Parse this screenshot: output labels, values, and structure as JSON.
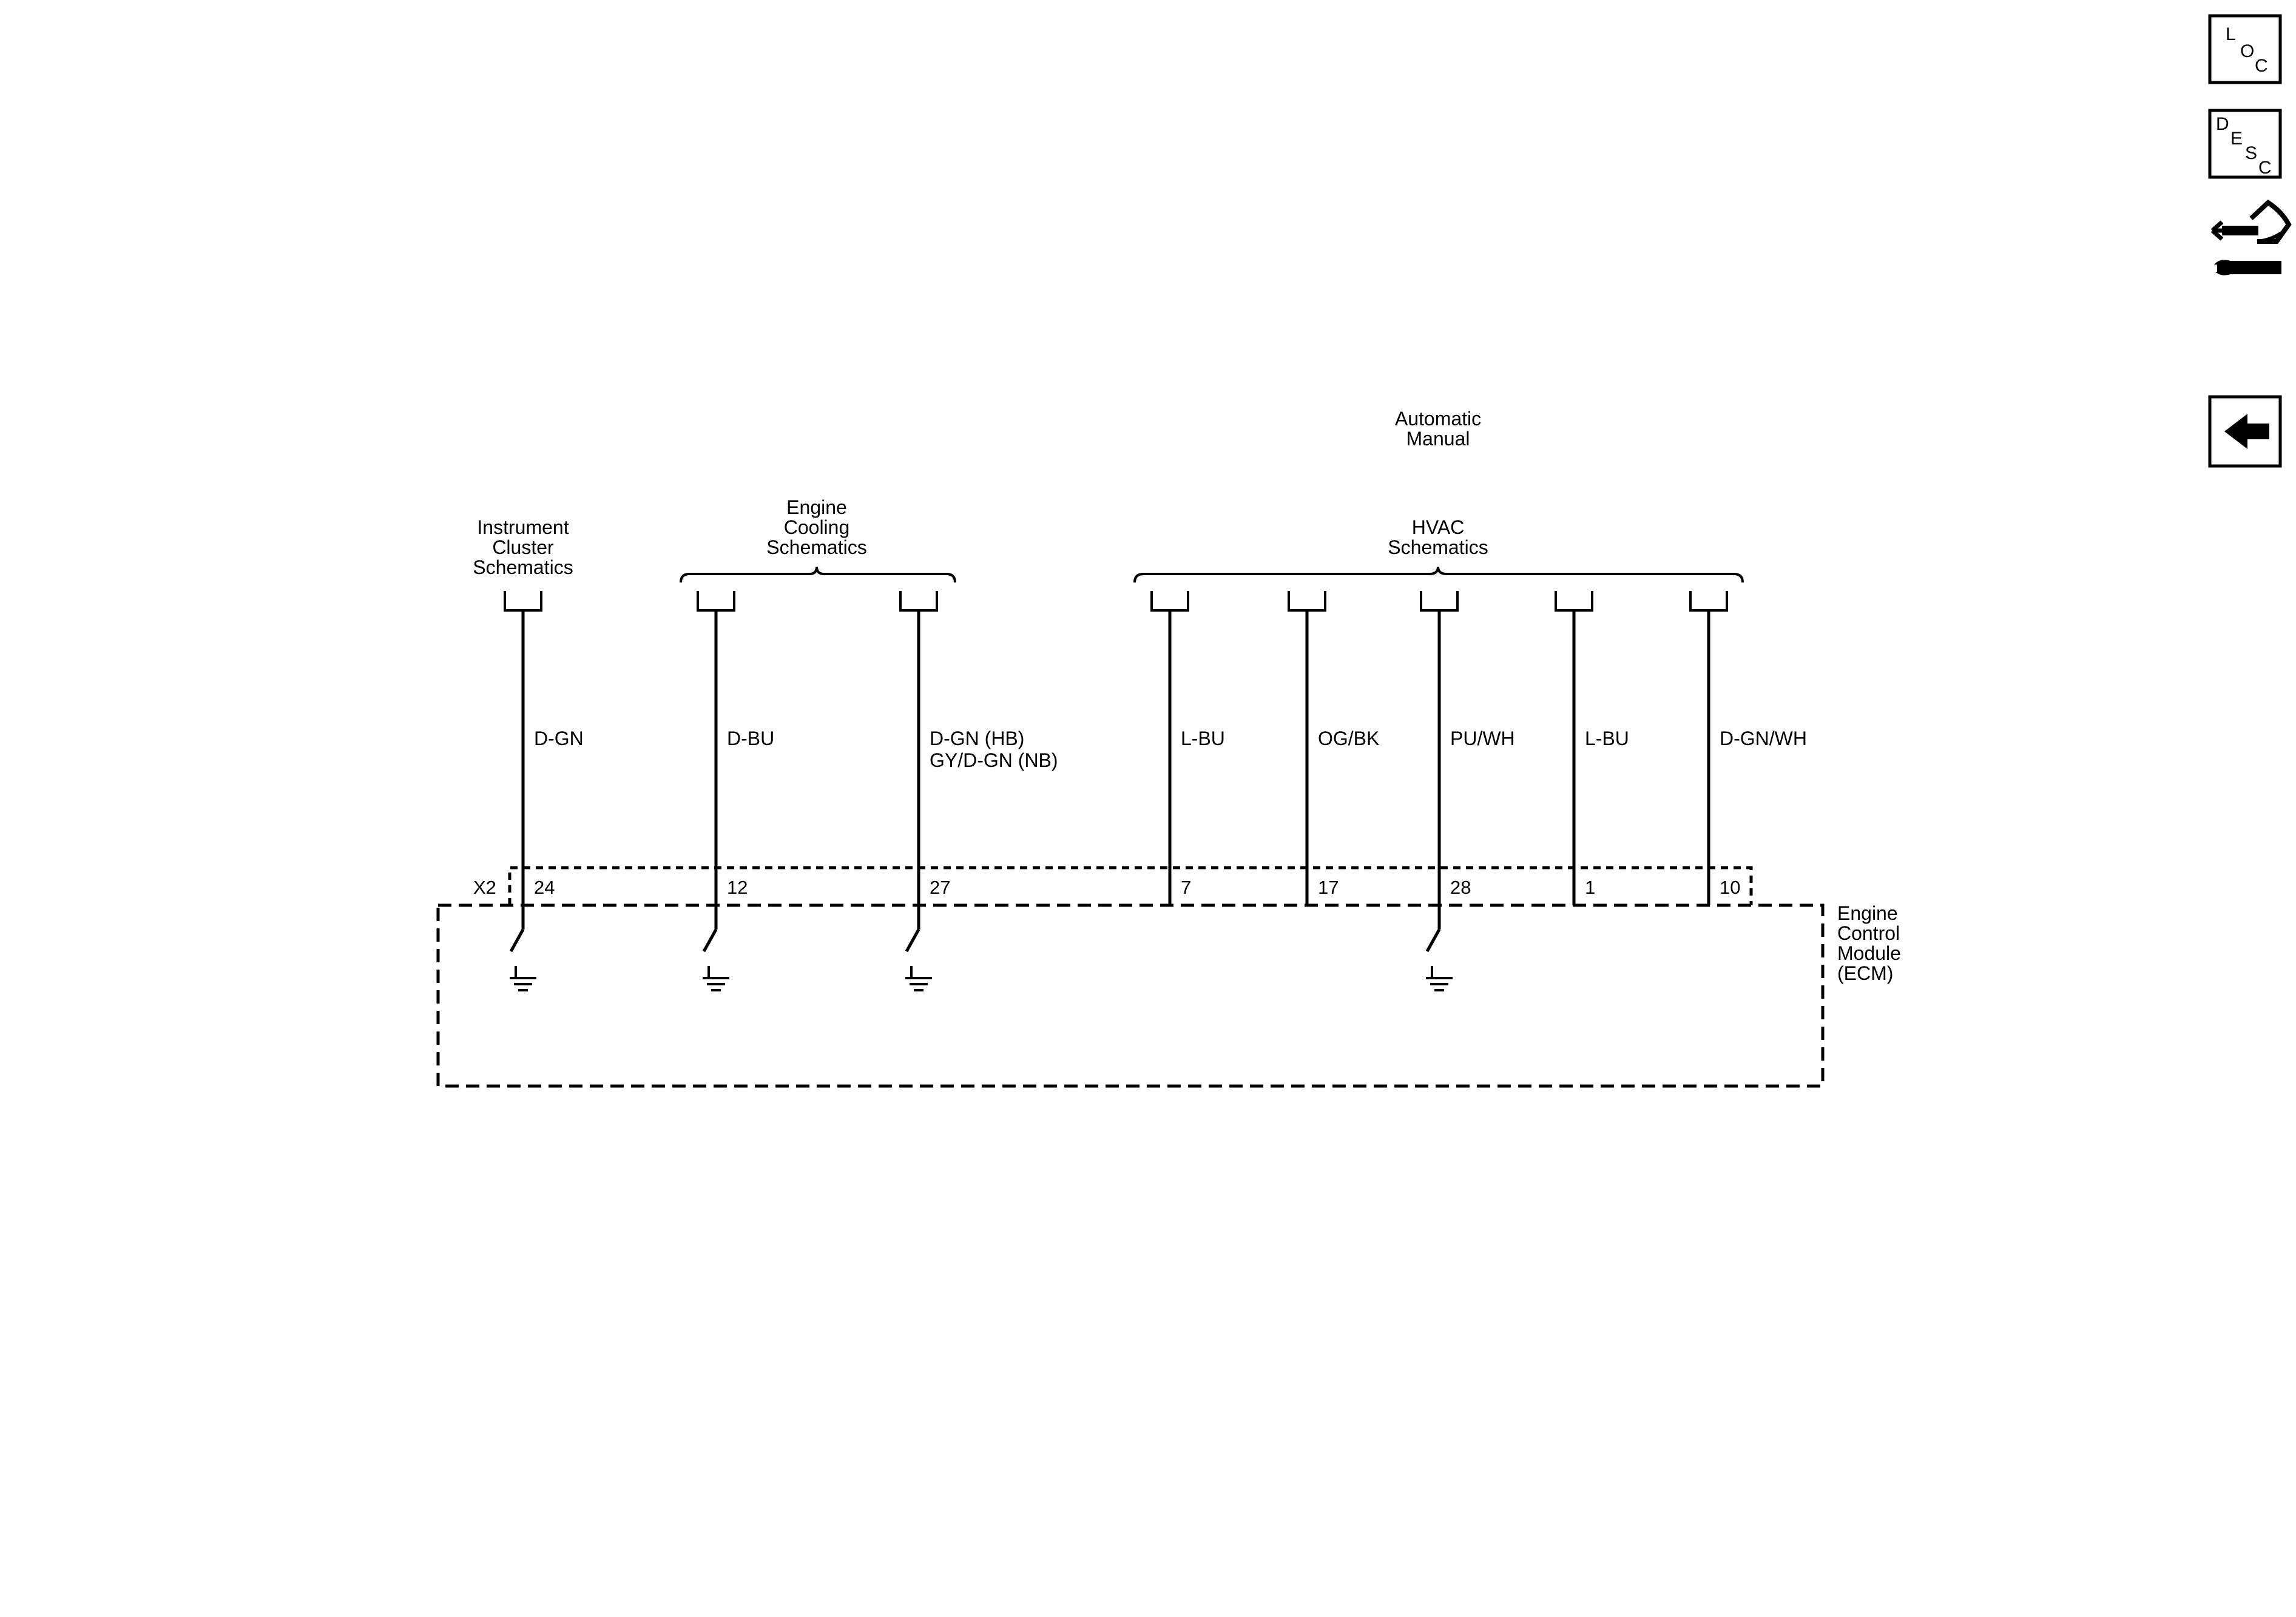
{
  "harness_labels": {
    "instrument_cluster": [
      "Instrument",
      "Cluster",
      "Schematics"
    ],
    "engine_cooling": [
      "Engine",
      "Cooling",
      "Schematics"
    ],
    "hvac_options": [
      "Automatic",
      "Manual"
    ],
    "hvac": [
      "HVAC",
      "Schematics"
    ]
  },
  "connector": "X2",
  "module": {
    "name_lines": [
      "Engine",
      "Control",
      "Module",
      "(ECM)"
    ]
  },
  "wires": [
    {
      "color": [
        "D-GN"
      ],
      "pin": "24",
      "ground": true
    },
    {
      "color": [
        "D-BU"
      ],
      "pin": "12",
      "ground": true
    },
    {
      "color": [
        "D-GN (HB)",
        "GY/D-GN (NB)"
      ],
      "pin": "27",
      "ground": true
    },
    {
      "color": [
        "L-BU"
      ],
      "pin": "7",
      "ground": false
    },
    {
      "color": [
        "OG/BK"
      ],
      "pin": "17",
      "ground": false
    },
    {
      "color": [
        "PU/WH"
      ],
      "pin": "28",
      "ground": true
    },
    {
      "color": [
        "L-BU"
      ],
      "pin": "1",
      "ground": false
    },
    {
      "color": [
        "D-GN/WH"
      ],
      "pin": "10",
      "ground": false
    }
  ],
  "nav": {
    "loc": [
      "L",
      "O",
      "C"
    ],
    "desc": [
      "D",
      "E",
      "S",
      "C"
    ],
    "connector_icon": "connector-repair-icon",
    "back_icon": "back-arrow-icon"
  }
}
